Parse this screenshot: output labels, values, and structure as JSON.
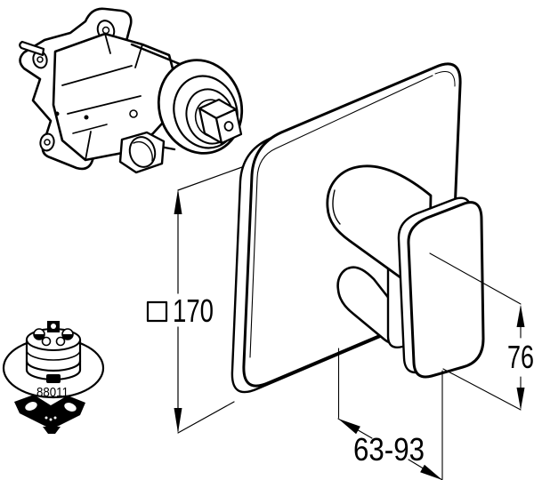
{
  "drawing": {
    "background_color": "#ffffff",
    "line_color": "#000000",
    "labels": {
      "plate_size_prefix": "□",
      "plate_size": "170",
      "handle_height": "76",
      "depth_range": "63-93",
      "cartridge_part_number": "88011"
    }
  }
}
